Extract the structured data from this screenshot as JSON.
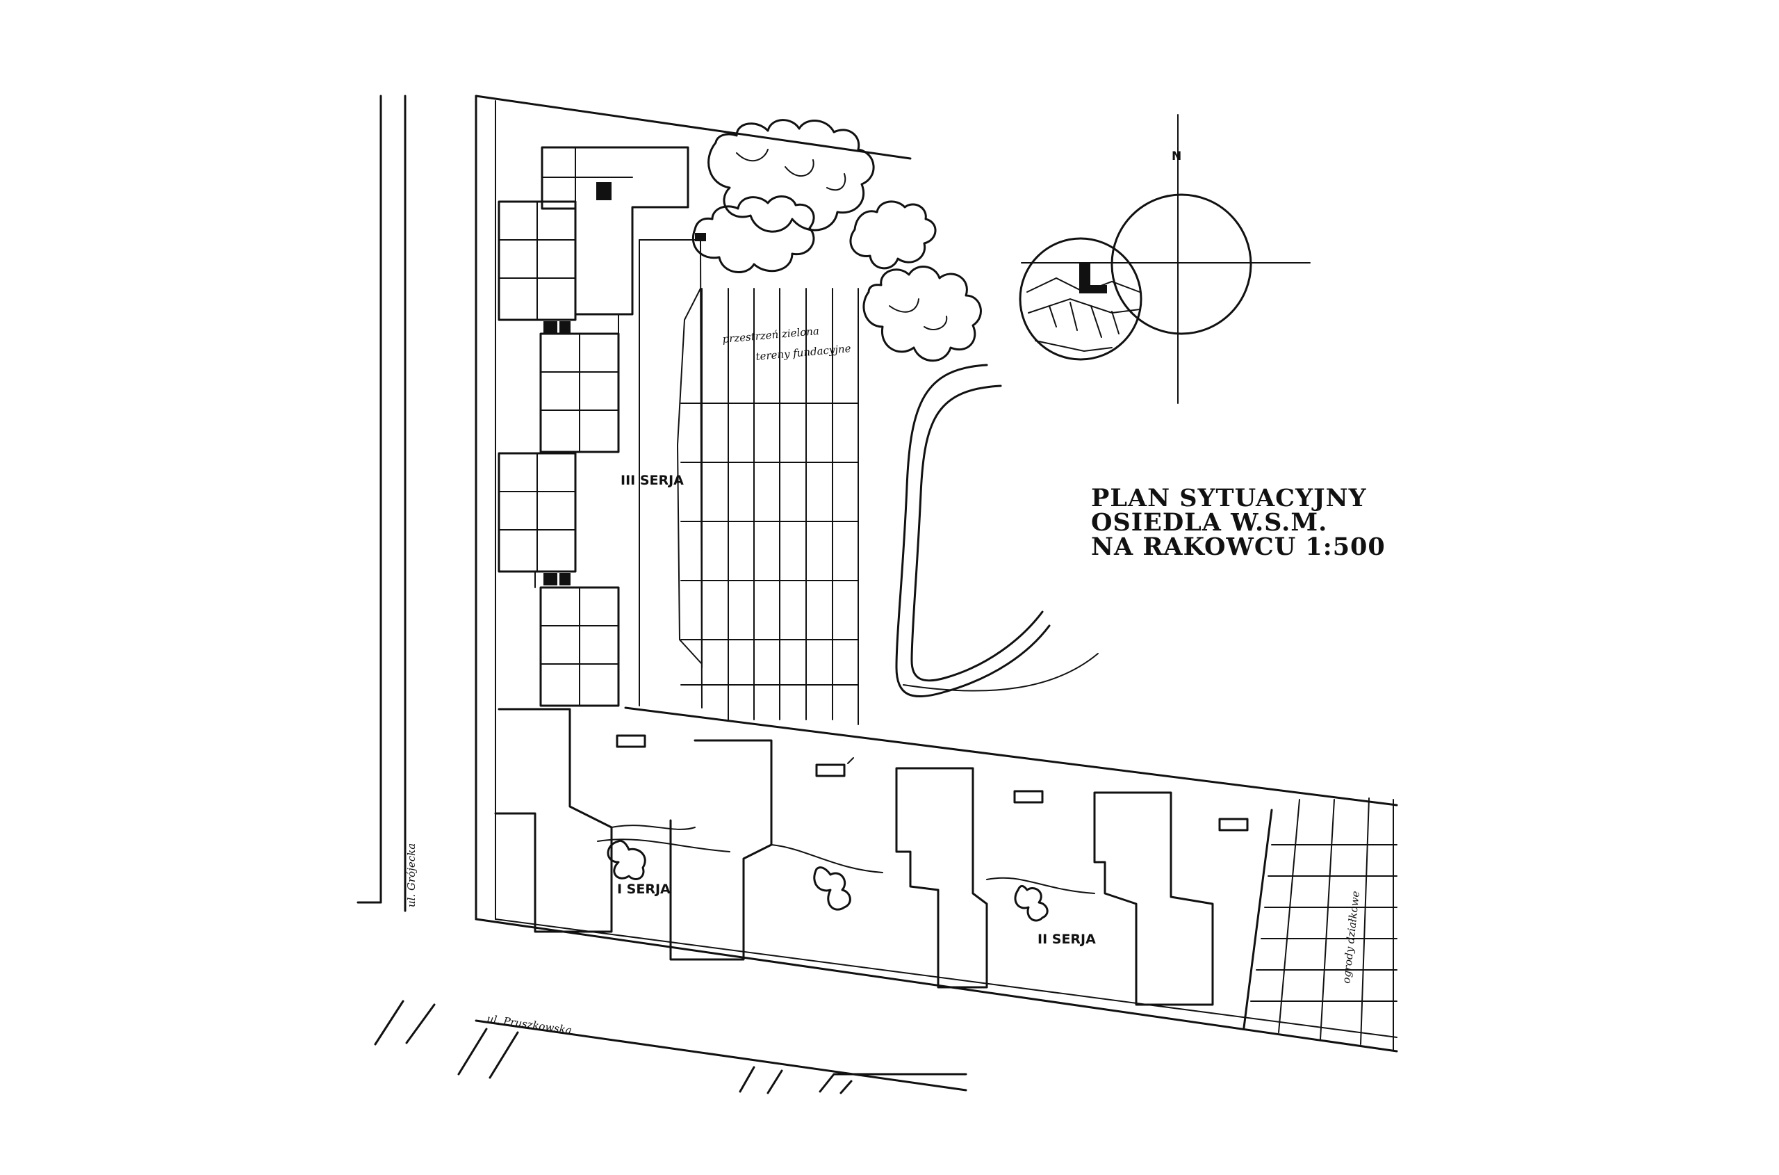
{
  "title": {
    "line1": "PLAN SYTUACYJNY",
    "line2": "OSIEDLA W.S.M.",
    "line3": "NA RAKOWCU 1:500"
  },
  "labels": {
    "series_1": "I SERJA",
    "series_2": "II SERJA",
    "series_3": "III SERJA",
    "green_line1": "przestrzeń zielona",
    "green_line2": "tereny fundacyjne",
    "street_west": "ul. Grójecka",
    "street_south": "ul. Pruszkowska",
    "east_area": "ogrody działkowe"
  },
  "north_marker": "N",
  "colors": {
    "ink": "#111111",
    "paper": "#ffffff"
  }
}
